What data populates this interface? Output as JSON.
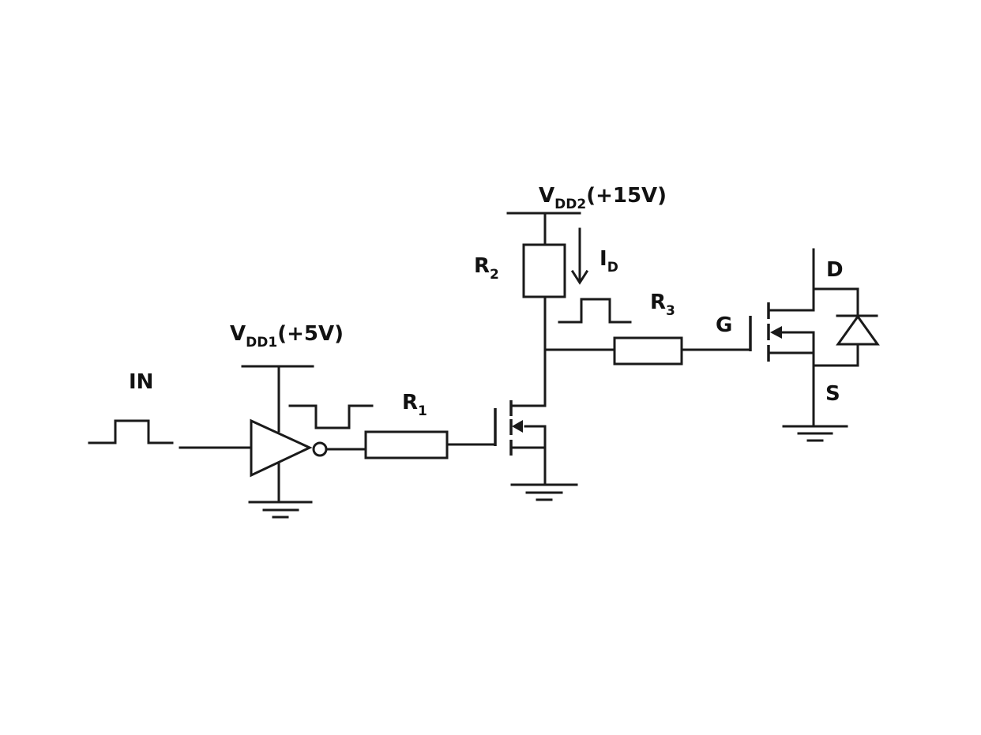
{
  "labels": {
    "in": "IN",
    "vdd1_main": "V",
    "vdd1_sub": "DD1",
    "vdd1_tail": "(+5V)",
    "vdd2_main": "V",
    "vdd2_sub": "DD2",
    "vdd2_tail": "(+15V)",
    "r1_main": "R",
    "r1_sub": "1",
    "r2_main": "R",
    "r2_sub": "2",
    "r3_main": "R",
    "r3_sub": "3",
    "id_main": "I",
    "id_sub": "D",
    "gate": "G",
    "drain": "D",
    "source": "S"
  }
}
